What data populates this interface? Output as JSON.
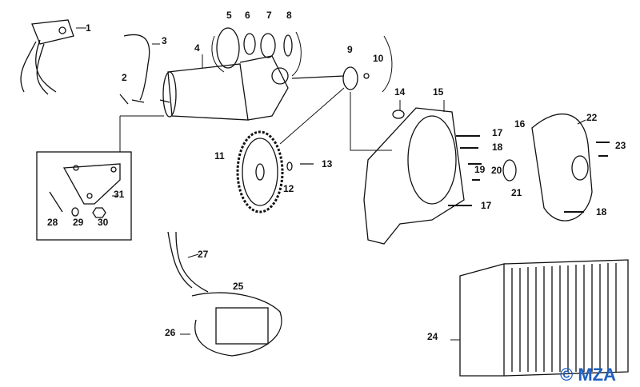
{
  "labels": [
    "1",
    "2",
    "3",
    "4",
    "5",
    "6",
    "7",
    "8",
    "9",
    "10",
    "11",
    "12",
    "13",
    "14",
    "15",
    "16",
    "17",
    "18",
    "19",
    "20",
    "21",
    "17",
    "22",
    "23",
    "18",
    "24",
    "25",
    "26",
    "27",
    "28",
    "29",
    "30",
    "31"
  ],
  "copyright": "© MZA",
  "colors": {
    "ink": "#111111",
    "copyright": "#1f5fbf"
  }
}
